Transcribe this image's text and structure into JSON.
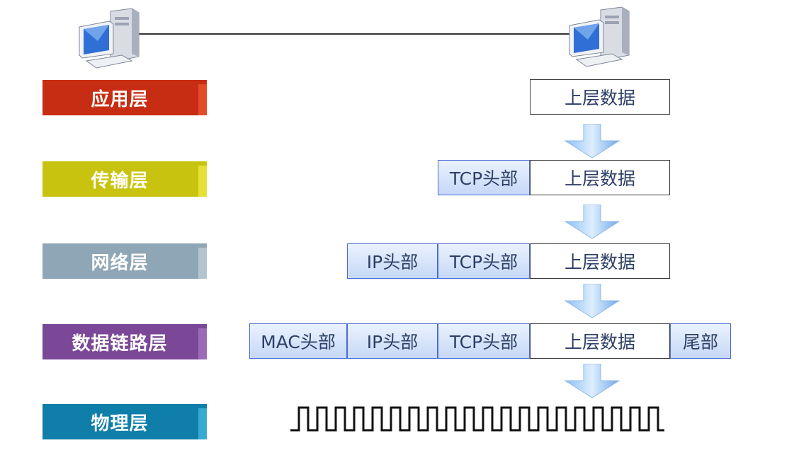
{
  "layers": [
    {
      "label": "应用层",
      "color": "#c72d12",
      "side": "#e24a28"
    },
    {
      "label": "传输层",
      "color": "#c8c30e",
      "side": "#e6e036"
    },
    {
      "label": "网络层",
      "color": "#8fa6b6",
      "side": "#b3c4d1"
    },
    {
      "label": "数据链路层",
      "color": "#7a4896",
      "side": "#9c6bb7"
    },
    {
      "label": "物理层",
      "color": "#0f7ea9",
      "side": "#38a9d3"
    }
  ],
  "packet": {
    "data_label": "上层数据",
    "tcp_header": "TCP头部",
    "ip_header": "IP头部",
    "mac_header": "MAC头部",
    "trailer": "尾部"
  },
  "icons": {
    "left_computer": "computer-icon",
    "right_computer": "computer-icon",
    "arrow": "down-arrow-icon",
    "signal": "square-wave-icon"
  }
}
